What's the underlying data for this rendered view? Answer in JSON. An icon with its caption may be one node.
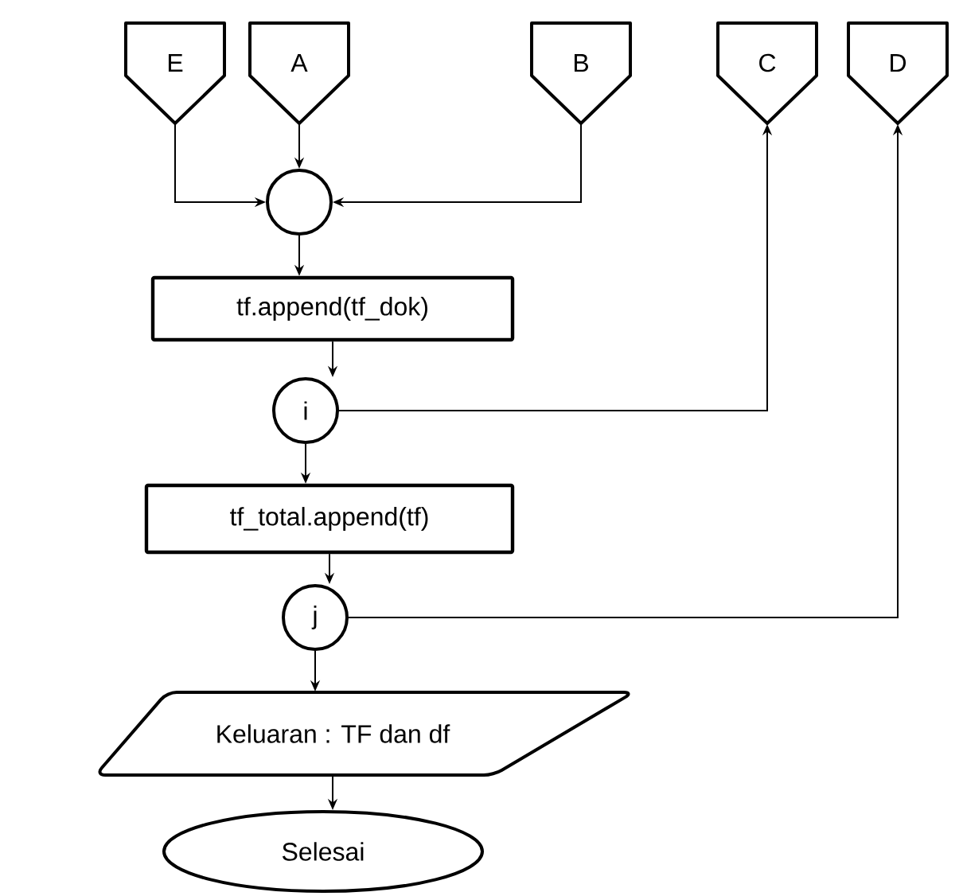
{
  "diagram": {
    "nodes": [
      {
        "text": [
          "E"
        ]
      },
      {
        "text": [
          "A"
        ]
      },
      {
        "text": [
          "B"
        ]
      },
      {
        "text": [
          "C"
        ]
      },
      {
        "text": [
          "D"
        ]
      },
      {
        "text": [],
        "shape": "circle"
      },
      {
        "text": [
          "tf.append(tf_dok)"
        ]
      },
      {
        "text": [
          "i"
        ]
      },
      {
        "text": [
          "tf_total.append(tf)"
        ]
      },
      {
        "text": [
          "j"
        ]
      },
      {
        "text": [
          "Keluaran : TF dan df"
        ]
      },
      {
        "text": [
          "Selesai"
        ]
      }
    ],
    "edges": [
      {
        "from": 0,
        "to": 5,
        "arrow": "to"
      },
      {
        "from": 1,
        "to": 5,
        "arrow": "to"
      },
      {
        "from": 2,
        "to": 5,
        "arrow": "to"
      },
      {
        "from": 5,
        "to": 6,
        "arrow": "to"
      },
      {
        "from": 6,
        "to": 7,
        "arrow": "to"
      },
      {
        "from": 7,
        "to": 3,
        "arrow": "to"
      },
      {
        "from": 7,
        "to": 8,
        "arrow": "to"
      },
      {
        "from": 8,
        "to": 9,
        "arrow": "to"
      },
      {
        "from": 9,
        "to": 4,
        "arrow": "to"
      },
      {
        "from": 9,
        "to": 10,
        "arrow": "to"
      },
      {
        "from": 10,
        "to": 11,
        "arrow": "to"
      }
    ]
  }
}
